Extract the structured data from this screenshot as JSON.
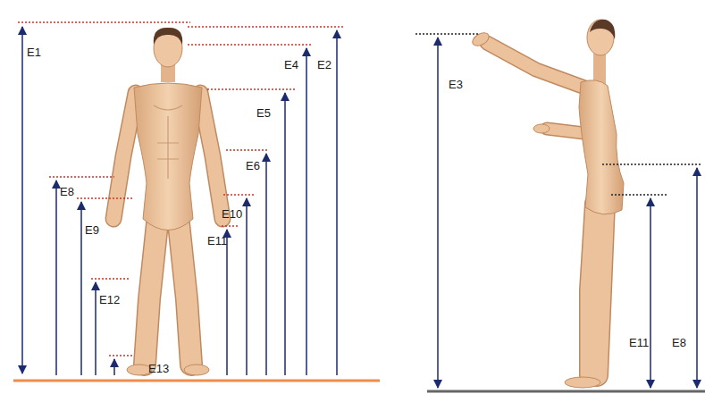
{
  "diagram": {
    "labels": [
      "E1",
      "E4",
      "E2",
      "E5",
      "E6",
      "E8",
      "E9",
      "E10",
      "E11",
      "E12",
      "E13",
      "E3",
      "E11",
      "E8"
    ]
  }
}
